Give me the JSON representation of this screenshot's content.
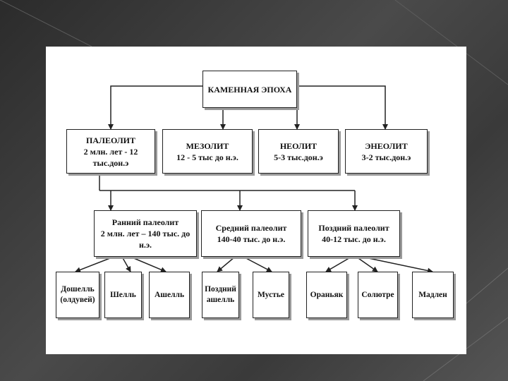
{
  "diagram": {
    "root": {
      "line1": "КАМЕННАЯ ЭПОХА"
    },
    "periods": [
      {
        "title": "ПАЛЕОЛИТ",
        "dates": "2 млн. лет - 12 тыс.дон.э"
      },
      {
        "title": "МЕЗОЛИТ",
        "dates": "12 - 5 тыс до н.э."
      },
      {
        "title": "НЕОЛИТ",
        "dates": "5-3 тыс.дон.э"
      },
      {
        "title": "ЭНЕОЛИТ",
        "dates": "3-2 тыс.дон.э"
      }
    ],
    "subperiods": [
      {
        "title": "Ранний палеолит",
        "dates": "2 млн. лет – 140 тыс. до н.э."
      },
      {
        "title": "Средний палеолит",
        "dates": "140-40 тыс. до н.э."
      },
      {
        "title": "Поздний палеолит",
        "dates": "40-12 тыс. до н.э."
      }
    ],
    "cultures": [
      {
        "line1": "Дошелль",
        "line2": "(олдувей)"
      },
      {
        "line1": "Шелль",
        "line2": ""
      },
      {
        "line1": "Ашелль",
        "line2": ""
      },
      {
        "line1": "Поздний",
        "line2": "ашелль"
      },
      {
        "line1": "Мустье",
        "line2": ""
      },
      {
        "line1": "Ораньяк",
        "line2": ""
      },
      {
        "line1": "Солютре",
        "line2": ""
      },
      {
        "line1": "Мадлен",
        "line2": ""
      }
    ]
  }
}
